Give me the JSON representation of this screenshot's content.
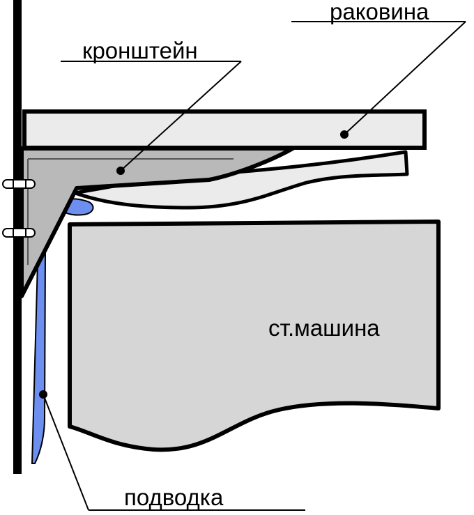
{
  "labels": {
    "sink": "раковина",
    "bracket": "кронштейн",
    "washer": "ст.машина",
    "supply": "подводка"
  },
  "colors": {
    "background": "#ffffff",
    "sink_fill": "#ebebeb",
    "bracket_fill": "#b9b9b9",
    "washer_fill": "#d6d6d6",
    "pipe_fill": "#6c8ff0",
    "outline": "#000000",
    "bolt_fill": "#ffffff"
  }
}
